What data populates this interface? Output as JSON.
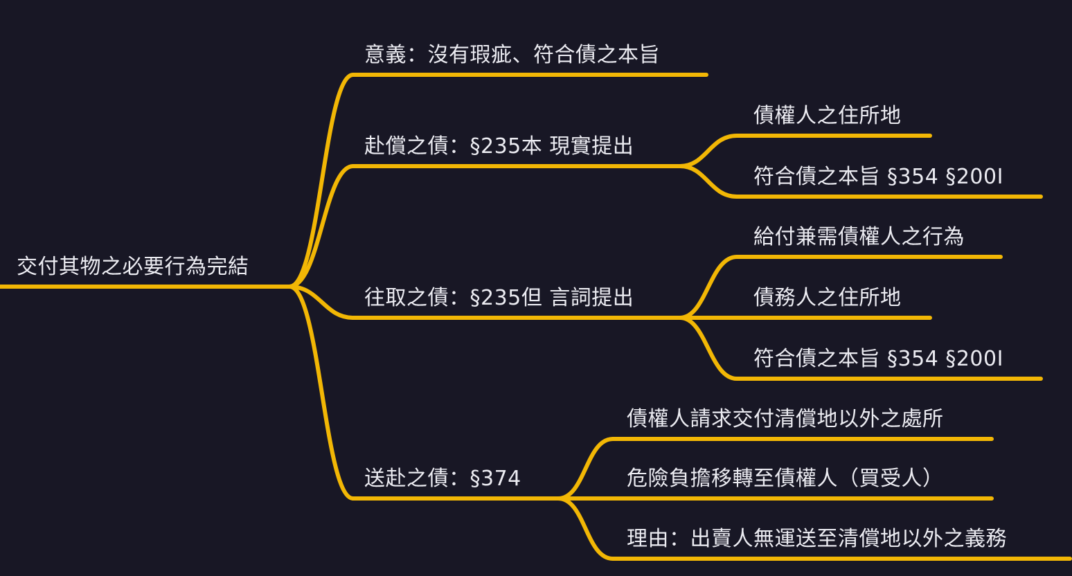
{
  "colors": {
    "background": "#181725",
    "branch": "#f2b705",
    "text": "#ececf2"
  },
  "mindmap": {
    "root": {
      "label": "交付其物之必要行為完結",
      "children": [
        {
          "label": "意義：沒有瑕疵、符合債之本旨",
          "children": []
        },
        {
          "label": "赴償之債：§235本 現實提出",
          "children": [
            {
              "label": "債權人之住所地"
            },
            {
              "label": "符合債之本旨 §354 §200I"
            }
          ]
        },
        {
          "label": "往取之債：§235但 言詞提出",
          "children": [
            {
              "label": "給付兼需債權人之行為"
            },
            {
              "label": "債務人之住所地"
            },
            {
              "label": "符合債之本旨 §354 §200I"
            }
          ]
        },
        {
          "label": "送赴之債：§374",
          "children": [
            {
              "label": "債權人請求交付清償地以外之處所"
            },
            {
              "label": "危險負擔移轉至債權人（買受人）"
            },
            {
              "label": "理由：出賣人無運送至清償地以外之義務"
            }
          ]
        }
      ]
    }
  }
}
